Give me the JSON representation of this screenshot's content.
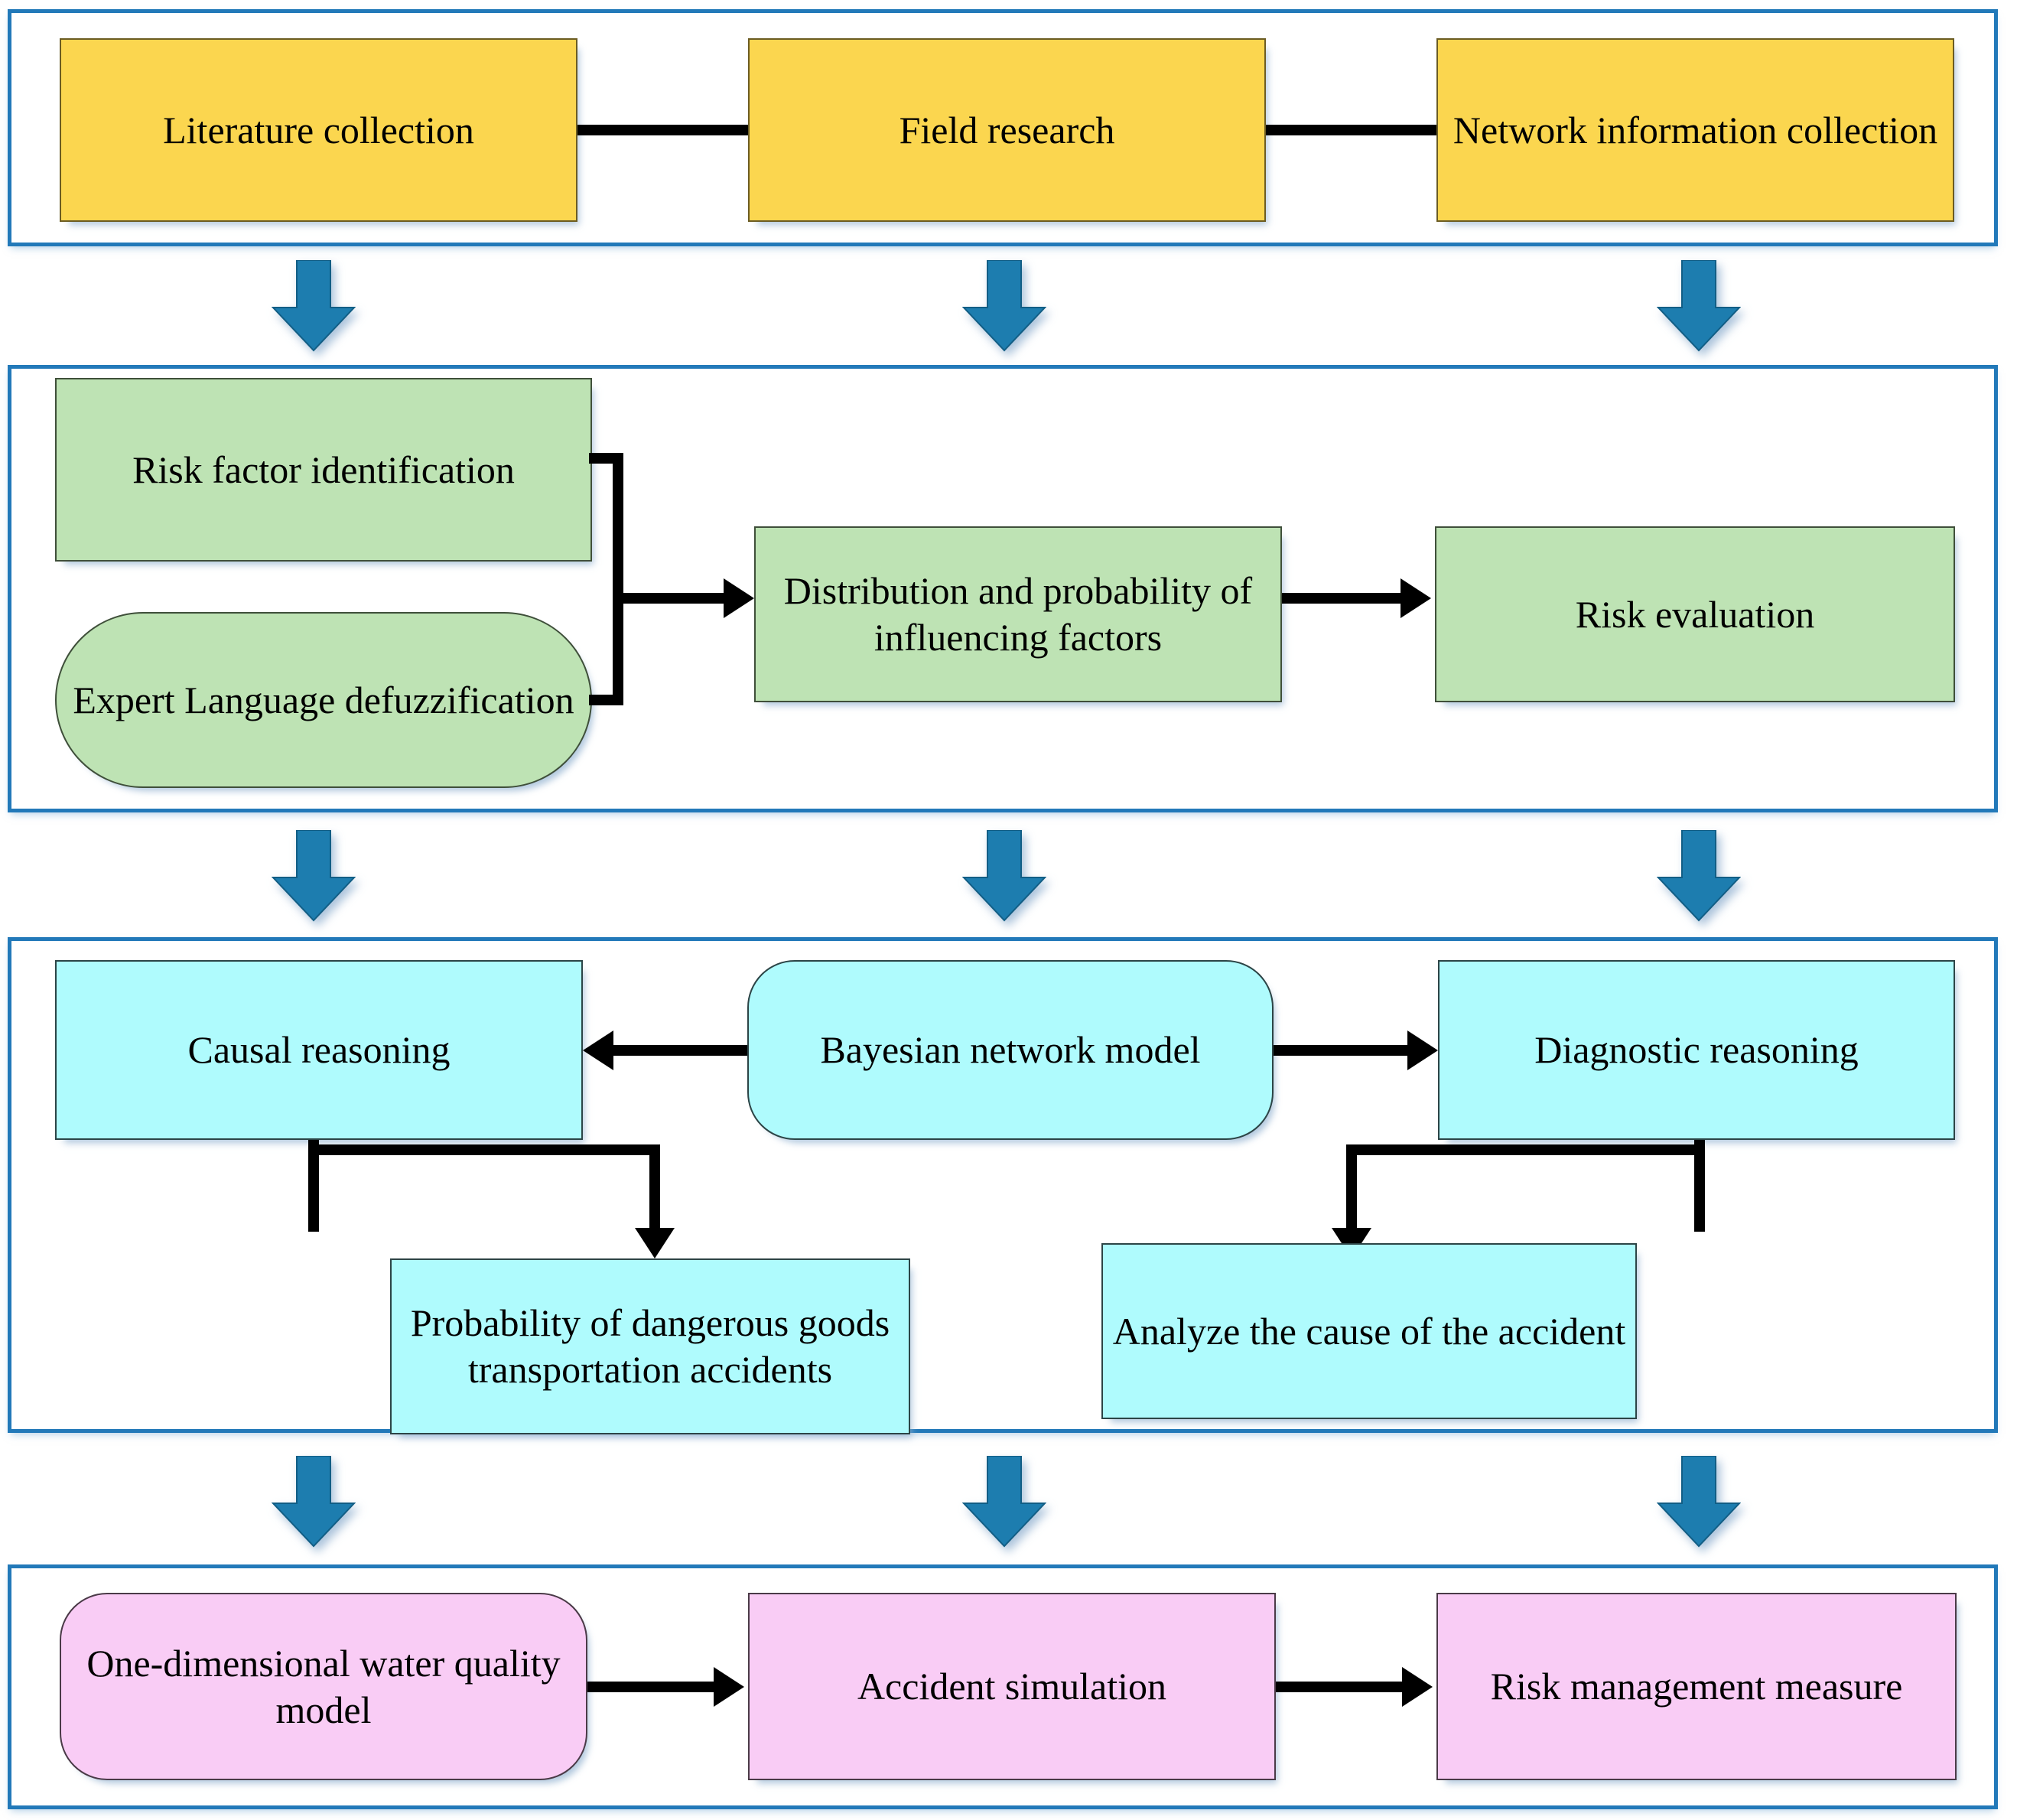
{
  "diagram": {
    "title": "Risk assessment methodology flowchart",
    "colors": {
      "panel_border": "#2279B9",
      "stage_arrow": "#1D7DAF",
      "stage1_fill": "#FBD64F",
      "stage2_fill": "#BEE3B4",
      "stage3_fill": "#AFFBFD",
      "stage4_fill": "#F9CCF5",
      "connector": "#000000"
    },
    "stages": [
      {
        "id": "data-collection",
        "nodes": [
          {
            "id": "literature-collection",
            "label": "Literature collection",
            "shape": "rect"
          },
          {
            "id": "field-research",
            "label": "Field research",
            "shape": "rect"
          },
          {
            "id": "network-information-collection",
            "label": "Network information collection",
            "shape": "rect"
          }
        ]
      },
      {
        "id": "risk-analysis",
        "nodes": [
          {
            "id": "risk-factor-identification",
            "label": "Risk factor identification",
            "shape": "rect"
          },
          {
            "id": "expert-language-defuzzification",
            "label": "Expert Language defuzzification",
            "shape": "stadium"
          },
          {
            "id": "distribution-probability-influencing-factors",
            "label": "Distribution and probability of influencing factors",
            "shape": "rect"
          },
          {
            "id": "risk-evaluation",
            "label": "Risk evaluation",
            "shape": "rect"
          }
        ]
      },
      {
        "id": "bayesian-reasoning",
        "nodes": [
          {
            "id": "causal-reasoning",
            "label": "Causal reasoning",
            "shape": "rect"
          },
          {
            "id": "bayesian-network-model",
            "label": "Bayesian network model",
            "shape": "rounded"
          },
          {
            "id": "diagnostic-reasoning",
            "label": "Diagnostic reasoning",
            "shape": "rect"
          },
          {
            "id": "probability-of-accidents",
            "label": "Probability of dangerous goods transportation accidents",
            "shape": "rect"
          },
          {
            "id": "analyze-cause-of-accident",
            "label": "Analyze the cause of the accident",
            "shape": "rect"
          }
        ]
      },
      {
        "id": "simulation-management",
        "nodes": [
          {
            "id": "one-dimensional-water-quality-model",
            "label": "One-dimensional water quality model",
            "shape": "rounded"
          },
          {
            "id": "accident-simulation",
            "label": "Accident simulation",
            "shape": "rect"
          },
          {
            "id": "risk-management-measure",
            "label": "Risk management measure",
            "shape": "rect"
          }
        ]
      }
    ],
    "connectors": {
      "stage_arrow_icon": "down-arrow-icon",
      "link_icon": "arrow-right-icon",
      "back_link_icon": "arrow-left-icon",
      "elbow_icon": "elbow-arrow-icon"
    }
  }
}
